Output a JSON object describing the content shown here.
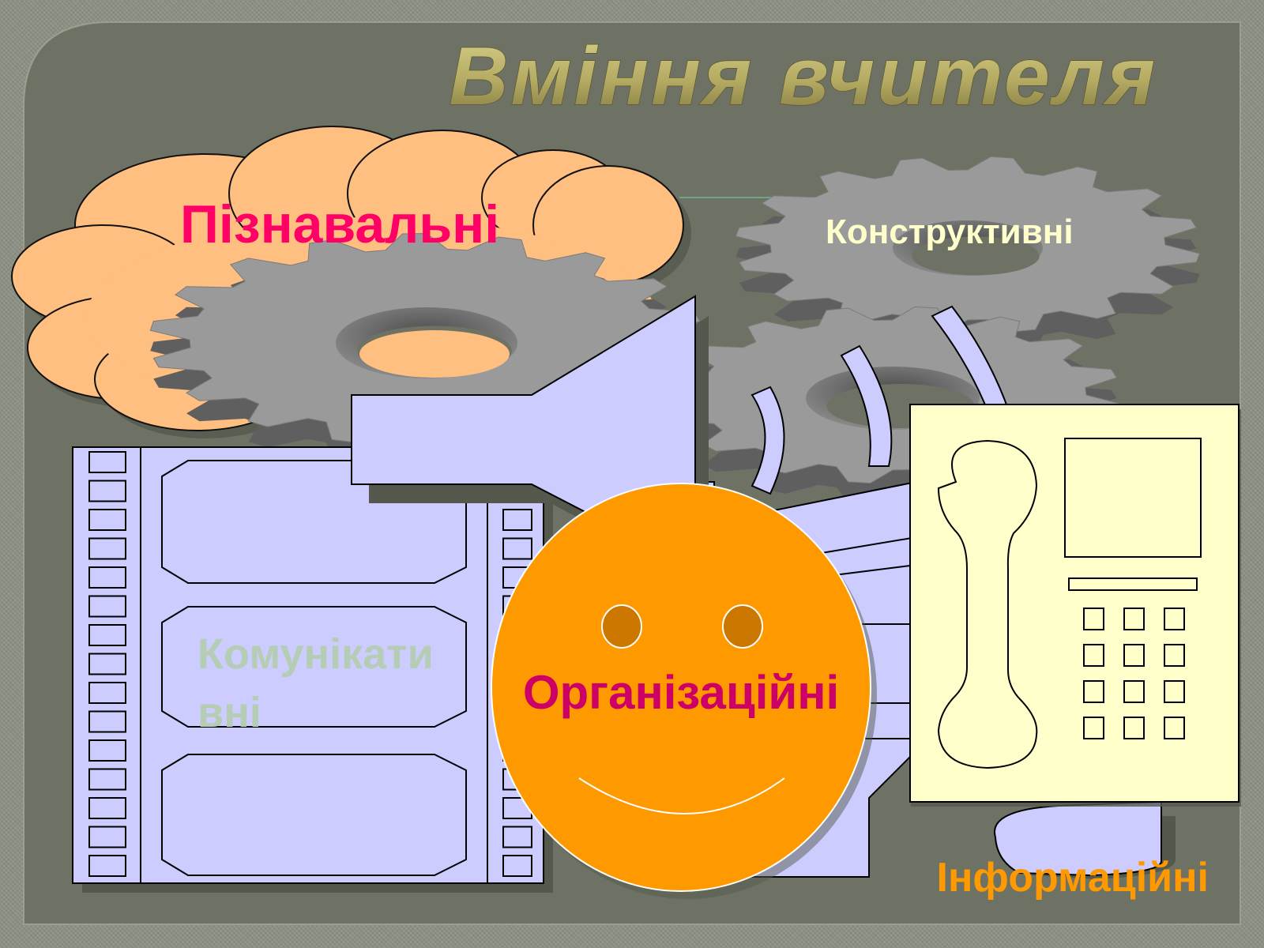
{
  "slide": {
    "title": "Вміння вчителя",
    "colors": {
      "background": "#8c9183",
      "panel": "#6e7264",
      "title": "#b7ad6a",
      "cloud": "#ffbf80",
      "gear": "#9a9a9a",
      "device": "#ccccff",
      "phone": "#ffffcc",
      "smiley": "#ff9900"
    }
  },
  "labels": {
    "cognitive": "Пізнавальні",
    "constructive": "Конструктивні",
    "communicative_line1": "Комунікати",
    "communicative_line2": "вні",
    "organizational": "Організаційні",
    "informational": "Інформаційні"
  },
  "label_colors": {
    "cognitive": "#ff0066",
    "constructive": "#ffffcc",
    "communicative": "#b5ccb5",
    "organizational": "#cc0066",
    "informational": "#ff9900"
  },
  "icons": [
    "cloud-icon",
    "gear-icon",
    "film-strip-icon",
    "projector-icon",
    "smiley-icon",
    "telephone-icon"
  ]
}
